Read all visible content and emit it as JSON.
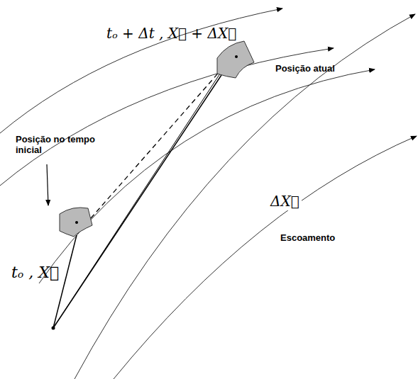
{
  "diagram": {
    "labels": [
      "tₒ + Δt , X⃗ + ΔX⃗",
      "Posição atual",
      "Posição no tempo inicial",
      "ΔX⃗",
      "Escoamento",
      "tₒ , X⃗"
    ]
  }
}
